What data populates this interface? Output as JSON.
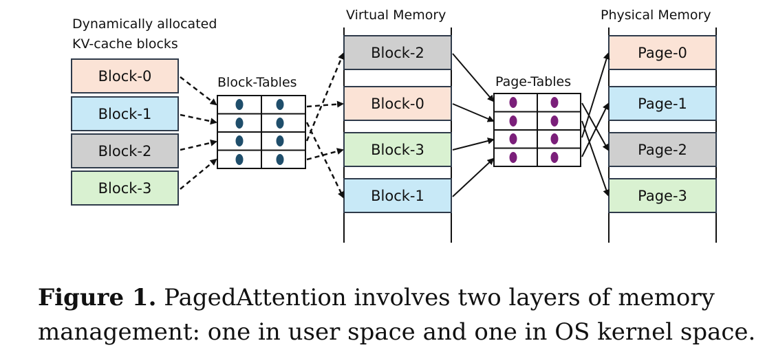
{
  "labels": {
    "kv_cache": [
      "Dynamically allocated",
      "KV-cache blocks"
    ],
    "block_tables": "Block-Tables",
    "virtual_memory": "Virtual Memory",
    "page_tables": "Page-Tables",
    "physical_memory": "Physical Memory"
  },
  "kv_blocks": [
    "Block-0",
    "Block-1",
    "Block-2",
    "Block-3"
  ],
  "virtual_blocks": [
    "Block-2",
    "Block-0",
    "Block-3",
    "Block-1"
  ],
  "physical_pages": [
    "Page-0",
    "Page-1",
    "Page-2",
    "Page-3"
  ],
  "caption": {
    "label": "Figure 1.",
    "text": "PagedAttention involves two layers of memory management: one in user space and one in OS kernel space."
  },
  "colors": {
    "block_0": "#fbe3d6",
    "block_1": "#c8e9f7",
    "block_2": "#cfcfcf",
    "block_3": "#d9f1d1",
    "block_table_dot": "#1f4e6b",
    "page_table_dot": "#7b1f7a",
    "border": "#2e3a4a"
  }
}
